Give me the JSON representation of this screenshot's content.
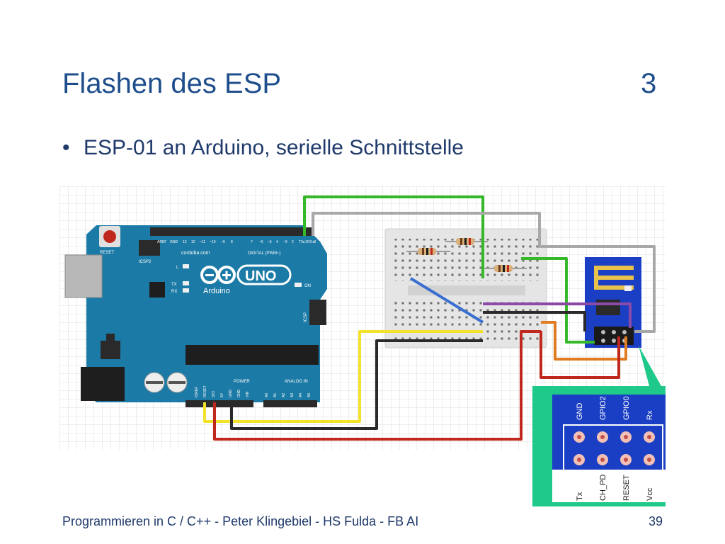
{
  "slide": {
    "title": "Flashen des ESP",
    "title_number": "3",
    "bullet_marker": "•",
    "bullet_text": "ESP-01 an Arduino, serielle Schnittstelle"
  },
  "board": {
    "reset": "RESET",
    "icsp2": "ICSP2",
    "aref": "AREF",
    "gnd": "GND",
    "pin_13": "13",
    "pin_12": "12",
    "pin_11": "~11",
    "pin_10": "~10",
    "pin_9": "~9",
    "pin_8": "8",
    "pin_7": "7",
    "pin_6": "~6",
    "pin_5": "~5",
    "pin_4": "4",
    "pin_3": "~3",
    "pin_2": "2",
    "pin_tx": "TX▸1",
    "pin_rx": "RX◂0",
    "website": "cordoba.com",
    "digital": "DIGITAL (PWM~)",
    "led_l": "L",
    "led_tx": "TX",
    "led_rx": "RX",
    "uno": "UNO",
    "brand": "Arduino",
    "on": "ON",
    "icsp": "ICSP",
    "power": "POWER",
    "analog_in": "ANALOG IN",
    "power_pins": [
      "IOREF",
      "RESET",
      "3V3",
      "5V",
      "GND",
      "GND",
      "VIN"
    ],
    "analog_pins": [
      "A0",
      "A1",
      "A2",
      "A3",
      "A4",
      "A5"
    ]
  },
  "pinout": {
    "top_labels": [
      "GND",
      "GPIO2",
      "GPIO0",
      "Rx"
    ],
    "bottom_labels": [
      "Tx",
      "CH_PD",
      "RESET",
      "Vcc"
    ]
  },
  "footer": {
    "text": "Programmieren in C / C++ - Peter Klingebiel - HS Fulda - FB AI",
    "page": "39"
  },
  "colors": {
    "title": "#1f4e8c",
    "board": "#1c7aa6",
    "wire_green": "#35b829",
    "wire_gray": "#a8a8a8",
    "wire_yellow": "#f2e22c",
    "wire_black": "#2a2a2a",
    "wire_red": "#c0281e",
    "wire_orange": "#e07b21",
    "wire_purple": "#8c4aa8",
    "wire_blue": "#3a6fcf",
    "esp_board": "#1b3fc4",
    "callout": "#1ec98a"
  }
}
